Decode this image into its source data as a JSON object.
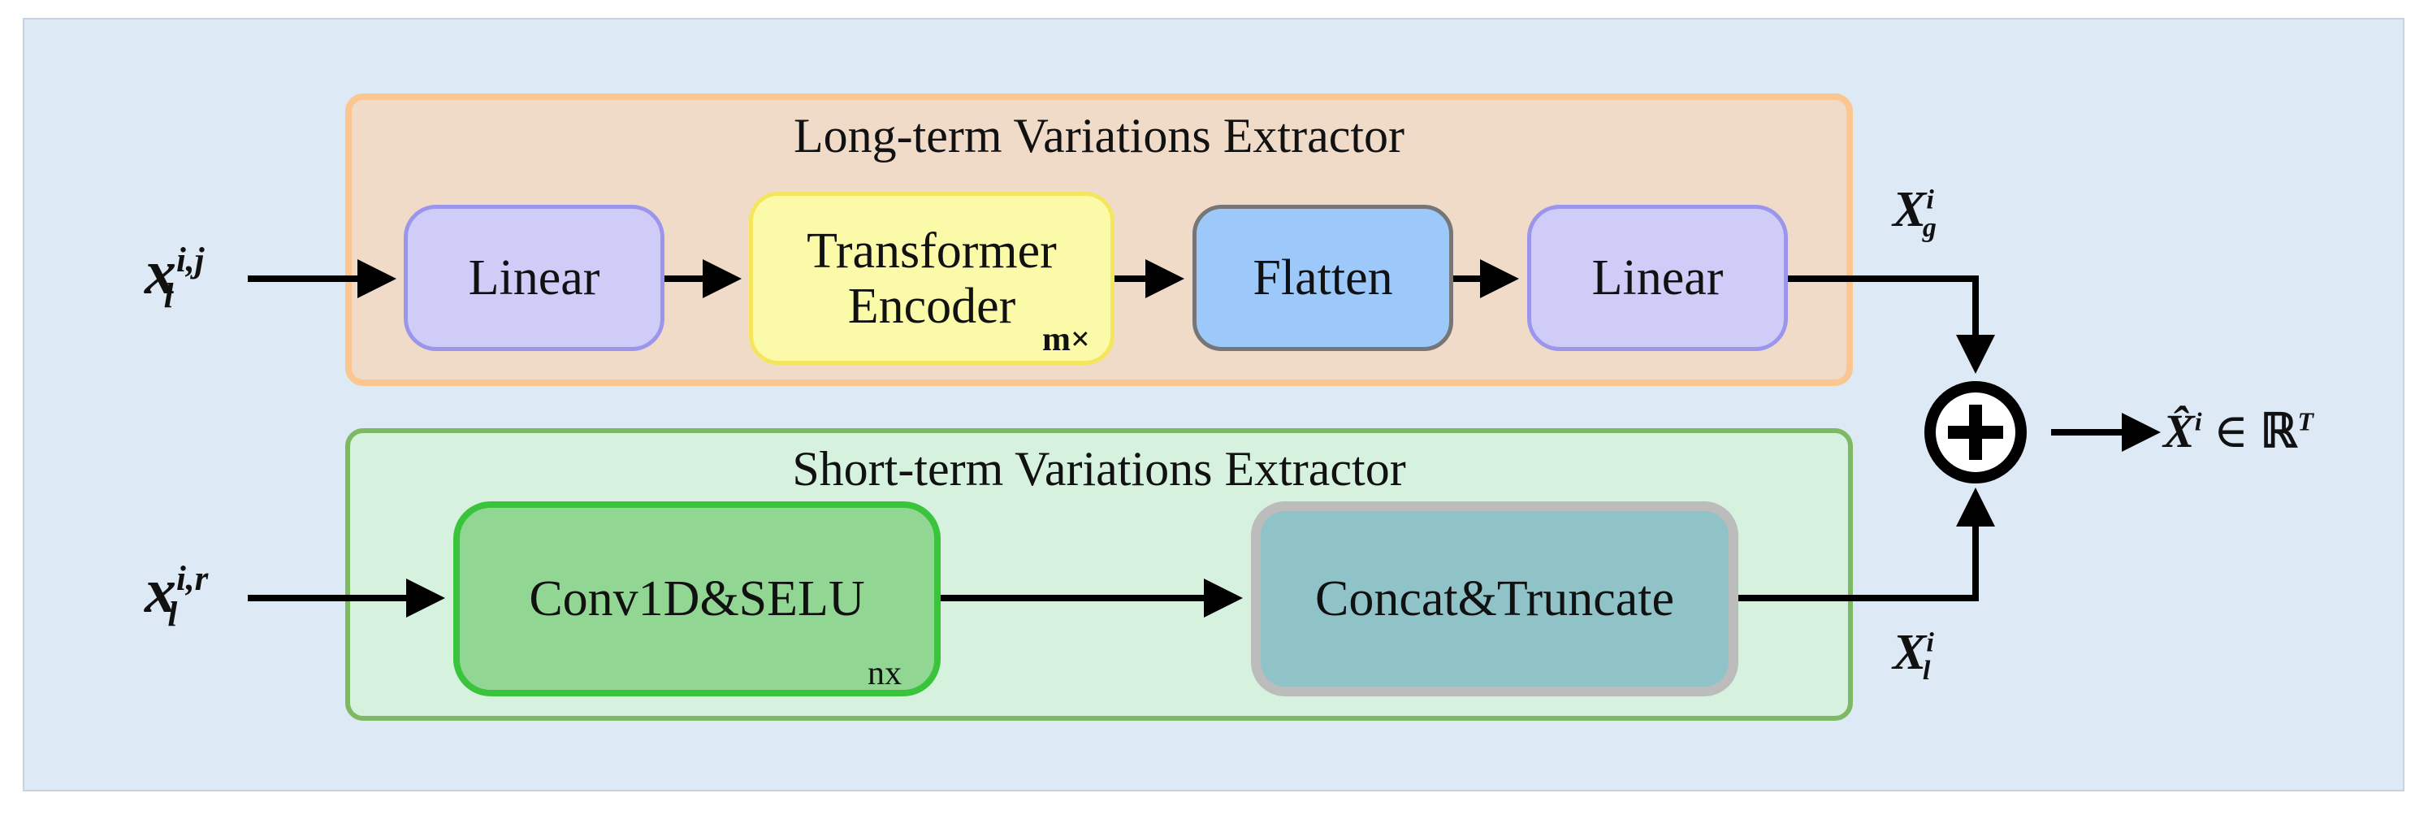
{
  "panels": {
    "long": {
      "title": "Long-term Variations Extractor",
      "blocks": {
        "linear_in": "Linear",
        "transformer_line1": "Transformer",
        "transformer_line2": "Encoder",
        "transformer_suffix": "m×",
        "flatten": "Flatten",
        "linear_out": "Linear"
      }
    },
    "short": {
      "title": "Short-term Variations Extractor",
      "blocks": {
        "conv": "Conv1D&SELU",
        "conv_suffix": "nx",
        "concat": "Concat&Truncate"
      }
    }
  },
  "symbols": {
    "input_long": {
      "base": "x",
      "sup": "i,j",
      "sub": "l"
    },
    "input_short": {
      "base": "x",
      "sup": "i,r",
      "sub": "l"
    },
    "global_out": {
      "base": "X",
      "sup": "i",
      "sub": "g"
    },
    "local_out": {
      "base": "X",
      "sup": "i",
      "sub": "l"
    },
    "output": {
      "base": "X̂",
      "sup": "i",
      "member": "∈",
      "set": "ℝ",
      "set_sup": "T"
    },
    "sum_operator": "⊕"
  }
}
